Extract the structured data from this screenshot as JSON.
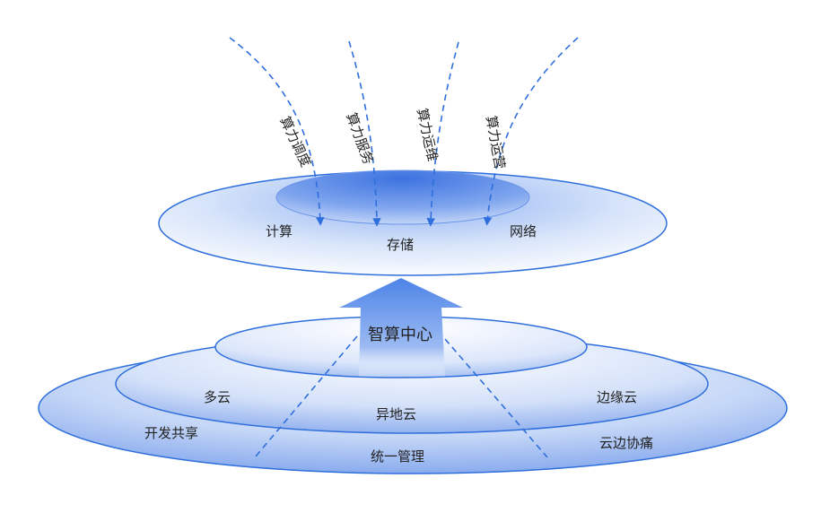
{
  "top_layer": {
    "services": [
      "算力调度",
      "算力服务",
      "算力运维",
      "算力运营"
    ],
    "resources": [
      "计算",
      "存储",
      "网络"
    ]
  },
  "center": {
    "title": "智算中心"
  },
  "bottom_layer": {
    "middle_ring": [
      "多云",
      "异地云",
      "边缘云"
    ],
    "outer_ring": [
      "开发共享",
      "统一管理",
      "云边协痛"
    ]
  },
  "colors": {
    "primary_blue": "#2f6fdc",
    "light_blue": "#dfe9fb",
    "arrow_blue": "#4a80e6"
  }
}
